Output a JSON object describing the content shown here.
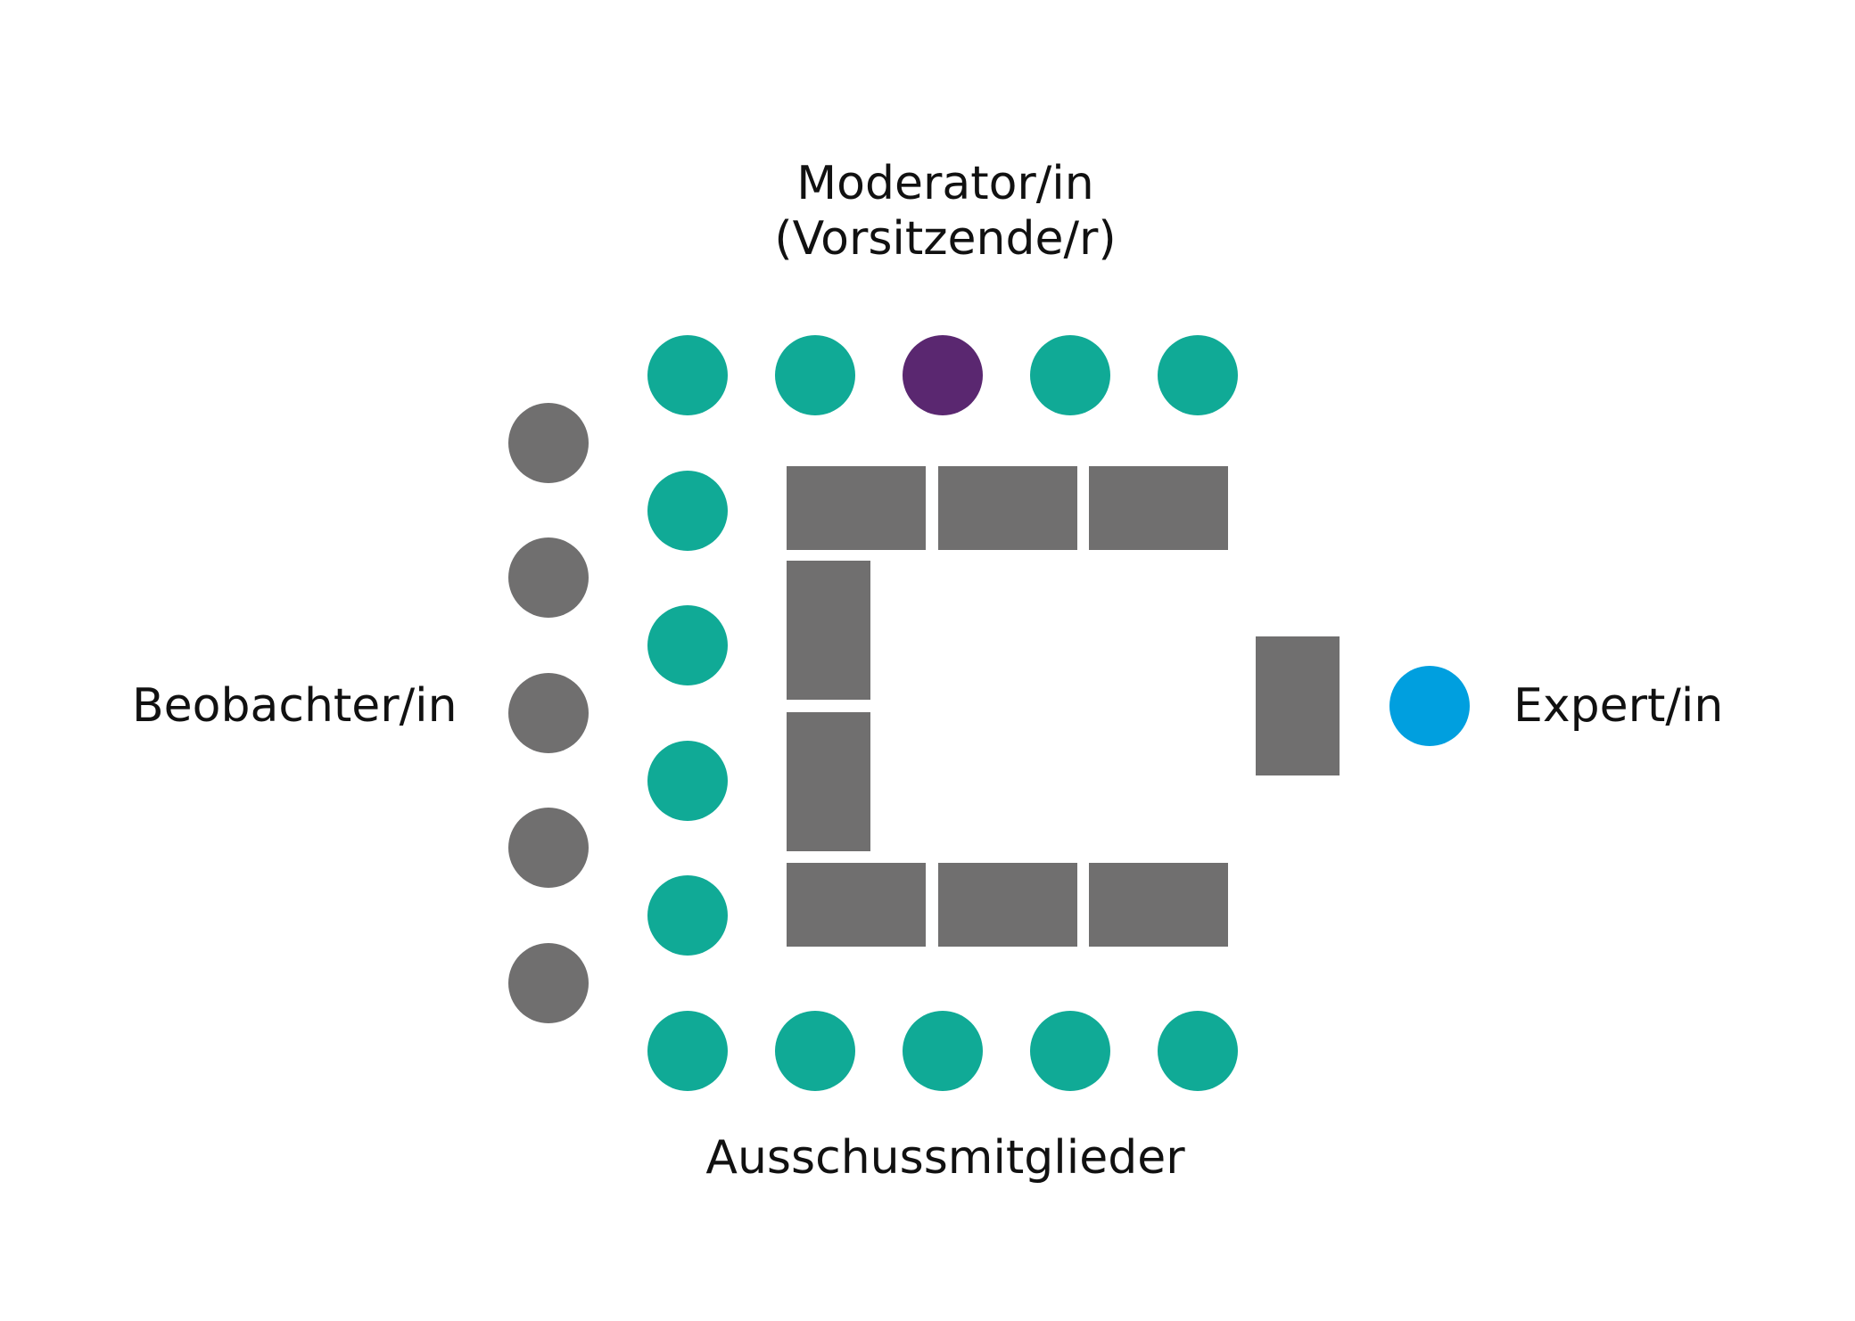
{
  "labels": {
    "moderator_line1": "Moderator/in",
    "moderator_line2": "(Vorsitzende/r)",
    "observer": "Beobachter/in",
    "expert": "Expert/in",
    "members": "Ausschussmitglieder"
  },
  "colors": {
    "member": "#10aa96",
    "moderator": "#5a2770",
    "observer": "#706f6f",
    "expert": "#009fdf",
    "table": "#706f6f",
    "text": "#111111",
    "background": "#ffffff"
  },
  "seating": {
    "top_row": [
      "member",
      "member",
      "moderator",
      "member",
      "member"
    ],
    "left_column": [
      "member",
      "member",
      "member",
      "member"
    ],
    "bottom_row": [
      "member",
      "member",
      "member",
      "member",
      "member"
    ],
    "observers": [
      "observer",
      "observer",
      "observer",
      "observer",
      "observer"
    ],
    "expert": [
      "expert"
    ]
  }
}
